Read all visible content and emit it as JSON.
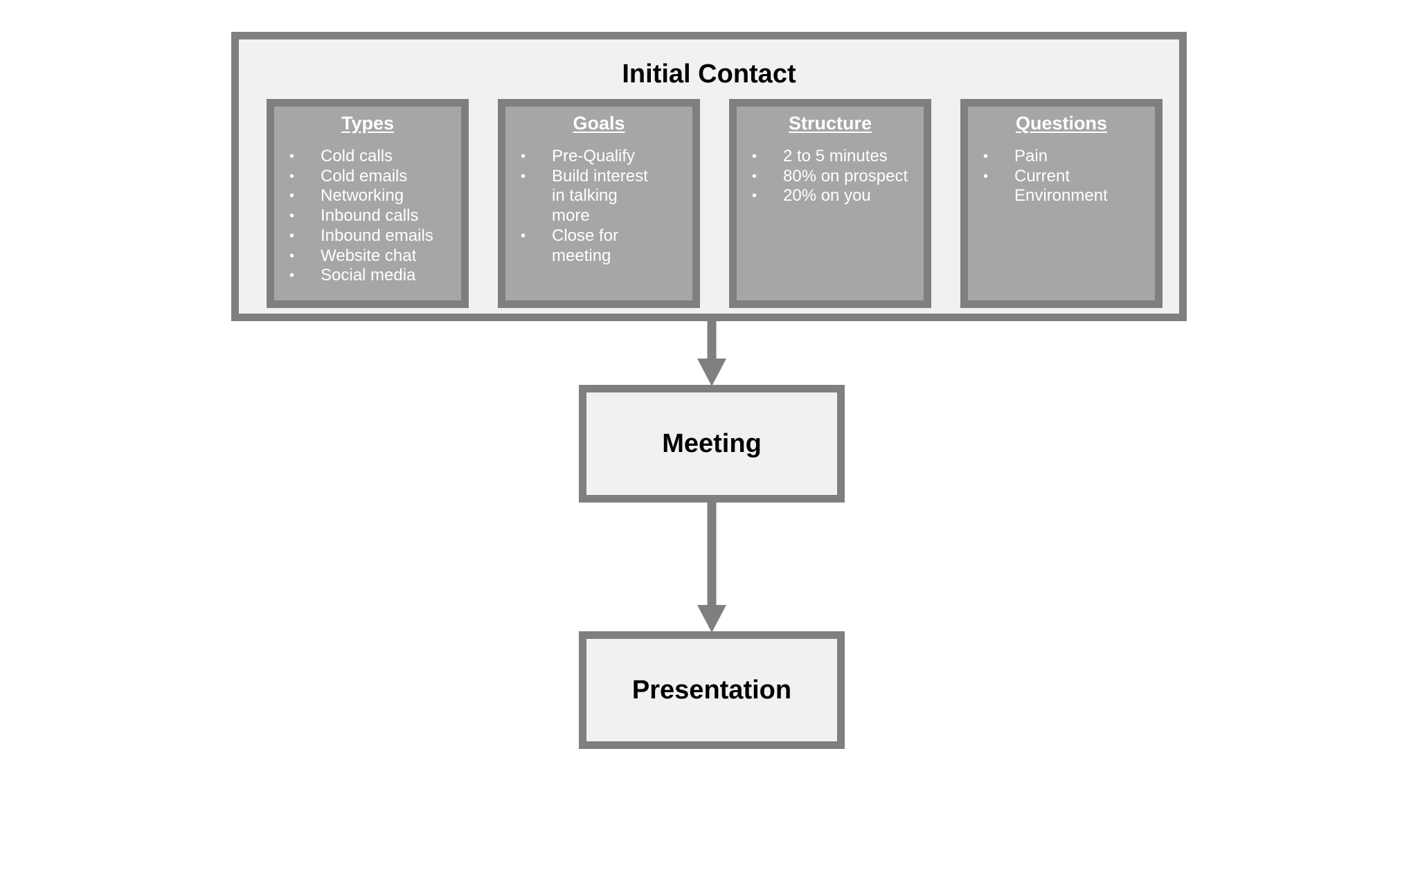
{
  "diagram": {
    "colors": {
      "border": "#7f7f7f",
      "light_fill": "#f1f1f1",
      "card_fill": "#a6a6a6",
      "card_text": "#ffffff",
      "title_text": "#000000"
    },
    "initial_contact": {
      "title": "Initial Contact",
      "cards": [
        {
          "title": "Types",
          "items": [
            "Cold calls",
            "Cold emails",
            "Networking",
            "Inbound calls",
            "Inbound emails",
            "Website chat",
            "Social media"
          ]
        },
        {
          "title": "Goals",
          "items": [
            "Pre-Qualify",
            "Build interest in talking more",
            "Close for meeting"
          ]
        },
        {
          "title": "Structure",
          "items": [
            "2 to 5 minutes",
            "80% on prospect",
            "20% on you"
          ]
        },
        {
          "title": "Questions",
          "items": [
            "Pain",
            "Current Environment"
          ]
        }
      ]
    },
    "steps": [
      {
        "label": "Meeting"
      },
      {
        "label": "Presentation"
      }
    ],
    "bullet_glyph": "•"
  }
}
